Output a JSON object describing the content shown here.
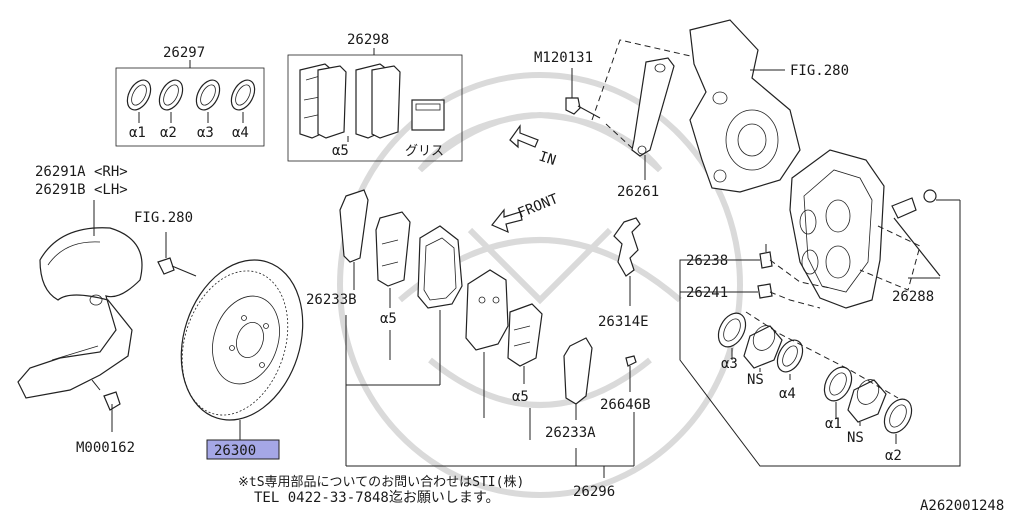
{
  "labels": {
    "p26297": "26297",
    "p26298": "26298",
    "a1": "α1",
    "a2": "α2",
    "a3": "α3",
    "a4": "α4",
    "a5_box": "α5",
    "grease": "グリス",
    "m120131": "M120131",
    "fig280_top": "FIG.280",
    "in_arrow": "IN",
    "front_arrow": "FRONT",
    "p26261": "26261",
    "p26291a": "26291A <RH>",
    "p26291b": "26291B <LH>",
    "fig280_left": "FIG.280",
    "p26233b": "26233B",
    "a5_left": "α5",
    "p26238": "26238",
    "p26241": "26241",
    "p26288": "26288",
    "p26314e": "26314E",
    "a3_right": "α3",
    "ns_1": "NS",
    "a4_right": "α4",
    "a5_mid": "α5",
    "p26646b": "26646B",
    "a1_right": "α1",
    "ns_2": "NS",
    "a2_right": "α2",
    "p26233a": "26233A",
    "m000162": "M000162",
    "p26300": "26300",
    "p26296": "26296",
    "note_line1": "※tS専用部品についてのお問い合わせはSTI(株)",
    "note_line2": "TEL 0422-33-7848迄お願いします。",
    "diagram_id": "A262001248"
  },
  "colors": {
    "highlight": "#a5a7e6",
    "line": "#222222",
    "watermark": "#d6d6d6"
  }
}
